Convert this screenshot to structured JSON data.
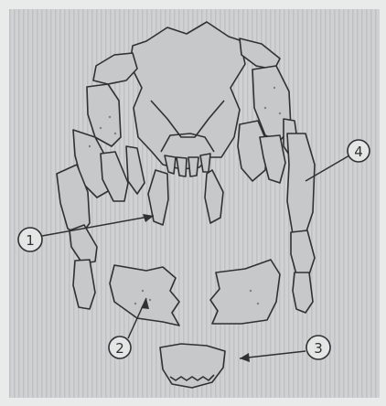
{
  "callouts": [
    {
      "id": "callout-1",
      "label": "1"
    },
    {
      "id": "callout-2",
      "label": "2"
    },
    {
      "id": "callout-3",
      "label": "3"
    },
    {
      "id": "callout-4",
      "label": "4"
    }
  ],
  "colors": {
    "background": "#e9eaea",
    "panel": "#cfd1d2",
    "ink": "#2f3133",
    "part_fill": "#c6c8c9"
  }
}
